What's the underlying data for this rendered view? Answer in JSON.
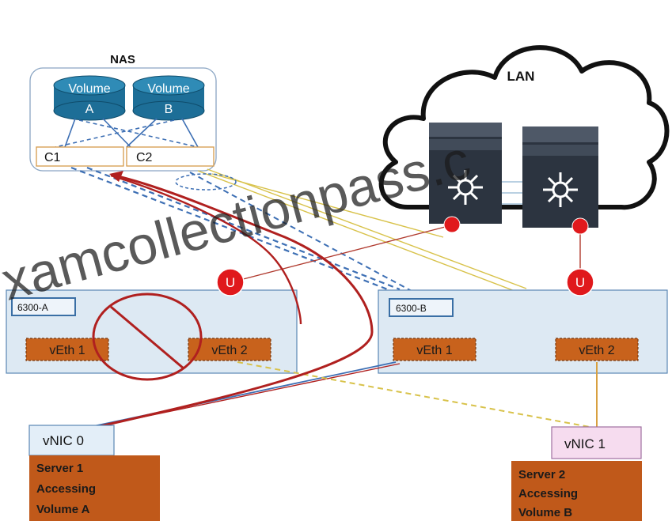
{
  "nas": {
    "title": "NAS",
    "volume_a": [
      "Volume",
      "A"
    ],
    "volume_b": [
      "Volume",
      "B"
    ],
    "controller_1": "C1",
    "controller_2": "C2"
  },
  "lan": {
    "label": "LAN"
  },
  "uplink_badge": "U",
  "fabric_a": {
    "label": "6300-A",
    "veth1": "vEth 1",
    "veth2": "vEth 2"
  },
  "fabric_b": {
    "label": "6300-B",
    "veth1": "vEth 1",
    "veth2": "vEth 2"
  },
  "server1": {
    "vnic": "vNIC 0",
    "lines": [
      "Server 1",
      "Accessing",
      "Volume A"
    ]
  },
  "server2": {
    "vnic": "vNIC 1",
    "lines": [
      "Server 2",
      "Accessing",
      "Volume B"
    ]
  },
  "watermark": "xamcollectionpass.c",
  "colors": {
    "fabric_fill": "#dde9f3",
    "fabric_border": "#5a87b4",
    "veth_fill": "#c8621c",
    "server_fill": "#c0591a",
    "badge_red": "#e0191c",
    "path_red": "#b0201f",
    "blue_link": "#3d6fb4",
    "yellow_link": "#d8c24a"
  }
}
